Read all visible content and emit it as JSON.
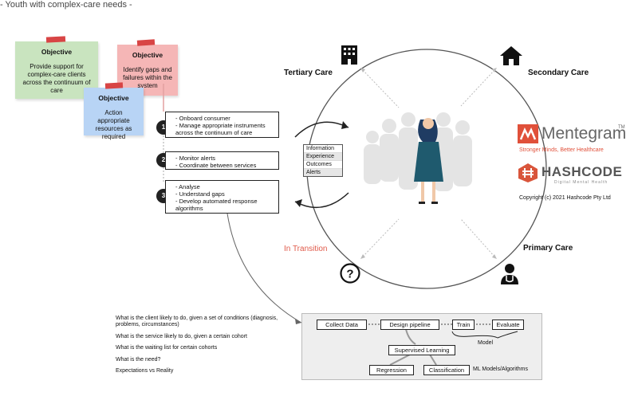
{
  "title": "- Youth with complex-care needs -",
  "objectives": [
    {
      "heading": "Objective",
      "text": "Provide support for complex-care clients across the continuum of care"
    },
    {
      "heading": "Objective",
      "text": "Identify gaps and failures within the system"
    },
    {
      "heading": "Objective",
      "text": "Action appropriate resources as required"
    }
  ],
  "steps": [
    {
      "number": "1",
      "items": [
        "Onboard consumer",
        "Manage appropriate instruments across the continuum of care"
      ]
    },
    {
      "number": "2",
      "items": [
        "Monitor alerts",
        "Coordinate between services"
      ]
    },
    {
      "number": "3",
      "items": [
        "Analyse",
        "Understand gaps",
        "Develop automated response algorithms"
      ]
    }
  ],
  "care_labels": {
    "tertiary": "Tertiary Care",
    "secondary": "Secondary Care",
    "primary": "Primary Care",
    "transition": "In Transition"
  },
  "info_list": [
    "Information",
    "Experience",
    "Outcomes",
    "Alerts"
  ],
  "branding": {
    "mentegram_name": "Mentegram",
    "mentegram_tm": "TM",
    "mentegram_tagline": "Stronger Minds, Better Healthcare",
    "hashcode_name": "HASHCODE",
    "hashcode_tagline": "Digital Mental Health",
    "copyright": "Copyright (c) 2021 Hashcode Pty Ltd",
    "mentegram_color": "#e0503a",
    "hashcode_color": "#d9553b"
  },
  "questions": [
    "What is the client likely to do, given a set of conditions (diagnosis, problems, circumstances)",
    "What is the service likely to do, given a certain cohort",
    "What is the waiting list for certain cohorts",
    "What is the need?",
    "Expectations vs Reality"
  ],
  "ml_pipeline": {
    "collect": "Collect Data",
    "design": "Design pipeline",
    "train": "Train",
    "evaluate": "Evaluate",
    "model": "Model",
    "supervised": "Supervised Learning",
    "regression": "Regression",
    "classification": "Classification",
    "models_label": "ML Models/Algorithms"
  },
  "icons": [
    "building-icon",
    "house-icon",
    "question-icon",
    "doctor-icon"
  ],
  "colors": {
    "transition_red": "#e05a4a",
    "tape_red": "#d84545"
  }
}
